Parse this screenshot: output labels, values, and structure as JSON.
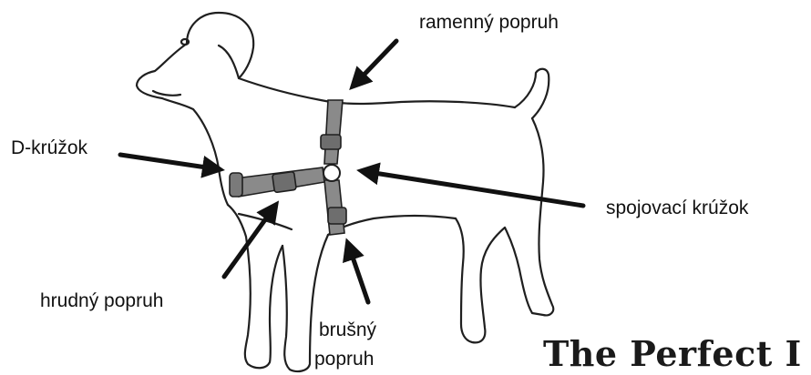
{
  "labels": {
    "shoulder_strap": "ramenný popruh",
    "d_ring": "D-krúžok",
    "connecting_ring": "spojovací krúžok",
    "chest_strap": "hrudný popruh",
    "belly_strap_line1": "brušný",
    "belly_strap_line2": "popruh"
  },
  "brand_text": "The Perfect I",
  "colors": {
    "outline": "#1f1f1f",
    "strap_fill": "#8a8a8a",
    "arrow": "#111111"
  }
}
